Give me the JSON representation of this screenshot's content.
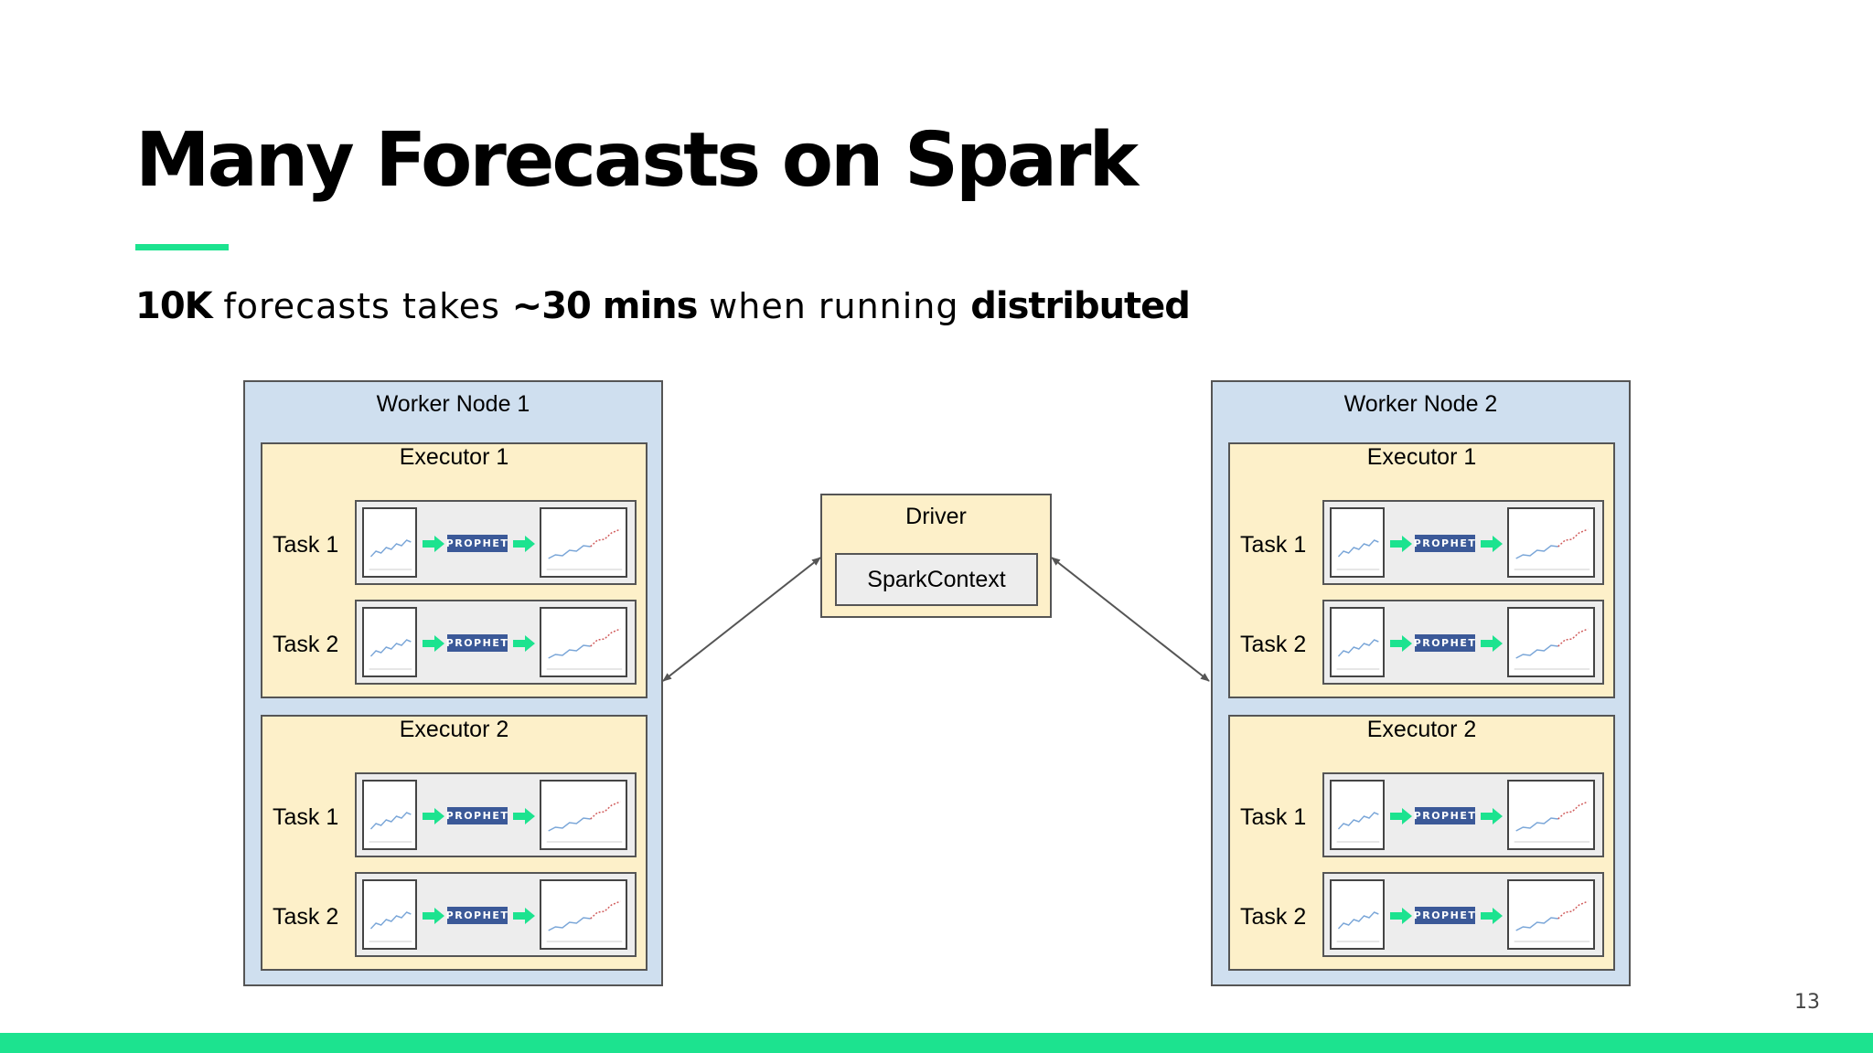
{
  "slide": {
    "title": "Many Forecasts on Spark",
    "subtitle": {
      "count": "10K",
      "mid1": "forecasts takes",
      "time": "~30 mins",
      "mid2": "when running",
      "mode": "distributed"
    },
    "page_number": "13"
  },
  "diagram": {
    "driver": {
      "label": "Driver",
      "context": "SparkContext"
    },
    "prophet_label": "PROPHET",
    "worker_nodes": [
      {
        "label": "Worker Node 1",
        "executors": [
          {
            "label": "Executor 1",
            "tasks": [
              "Task 1",
              "Task 2"
            ]
          },
          {
            "label": "Executor 2",
            "tasks": [
              "Task 1",
              "Task 2"
            ]
          }
        ]
      },
      {
        "label": "Worker Node 2",
        "executors": [
          {
            "label": "Executor 1",
            "tasks": [
              "Task 1",
              "Task 2"
            ]
          },
          {
            "label": "Executor 2",
            "tasks": [
              "Task 1",
              "Task 2"
            ]
          }
        ]
      }
    ]
  },
  "colors": {
    "accent": "#1ce38f",
    "node_fill": "#cfdfef",
    "executor_fill": "#fdf0c9",
    "prophet_blue": "#3b5998"
  }
}
